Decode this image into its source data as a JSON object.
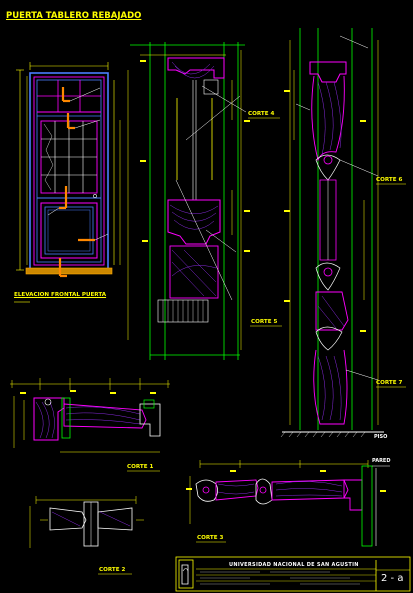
{
  "drawing": {
    "title": "PUERTA TABLERO REBAJADO",
    "sheet_code": "2 - a",
    "institution": "UNIVERSIDAD NACIONAL DE SAN AGUSTIN"
  },
  "views": {
    "elevation_label": "ELEVACION FRONTAL PUERTA",
    "corte_1": "CORTE 1",
    "corte_2": "CORTE 2",
    "corte_3": "CORTE 3",
    "corte_4": "CORTE 4",
    "corte_5": "CORTE 5",
    "corte_6": "CORTE 6",
    "corte_7": "CORTE 7"
  },
  "notes": {
    "piso": "PISO",
    "pared": "PARED"
  },
  "colors": {
    "background": "#000000",
    "annotation": "#ffff00",
    "wood_section": "#ff00ff",
    "frame": "#4a7dff",
    "structure": "#00ff00",
    "callout": "#ff8800",
    "grain": "#8a2be2",
    "linework": "#ffffff"
  }
}
